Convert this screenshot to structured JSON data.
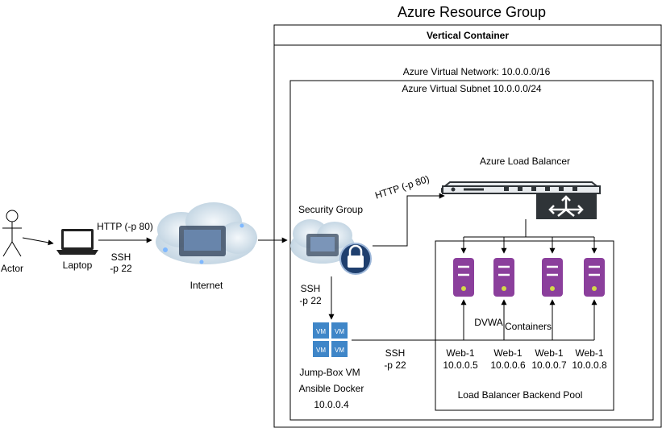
{
  "resource_group": {
    "title": "Azure Resource Group"
  },
  "container": {
    "label": "Vertical Container"
  },
  "vnet": {
    "label": "Azure Virtual Network: 10.0.0.0/16"
  },
  "subnet": {
    "label": "Azure Virtual Subnet 10.0.0.0/24"
  },
  "actor": {
    "label": "Actor"
  },
  "laptop": {
    "label": "Laptop"
  },
  "laptop_links": {
    "http": "HTTP (-p 80)",
    "ssh_1": "SSH",
    "ssh_2": "-p 22"
  },
  "internet": {
    "label": "Internet"
  },
  "security_group": {
    "label": "Security Group"
  },
  "sg_http": "HTTP (-p 80)",
  "sg_ssh": {
    "line1": "SSH",
    "line2": "-p 22"
  },
  "load_balancer": {
    "label": "Azure Load Balancer"
  },
  "jumpbox": {
    "vm_badge": "VM",
    "name": "Jump-Box VM",
    "role": "Ansible Docker",
    "ip": "10.0.0.4"
  },
  "jump_ssh": {
    "line1": "SSH",
    "line2": "-p 22"
  },
  "dvwa_label": "DVWA",
  "containers_label": "Containers",
  "backend_pool": {
    "label": "Load Balancer Backend Pool"
  },
  "web_servers": [
    {
      "name": "Web-1",
      "ip": "10.0.0.5"
    },
    {
      "name": "Web-1",
      "ip": "10.0.0.6"
    },
    {
      "name": "Web-1",
      "ip": "10.0.0.7"
    },
    {
      "name": "Web-1",
      "ip": "10.0.0.8"
    }
  ],
  "colors": {
    "server": "#8b3f9c",
    "server_light": "#a35bb3",
    "vm": "#3f86c8",
    "lb_dark": "#2f3438"
  }
}
